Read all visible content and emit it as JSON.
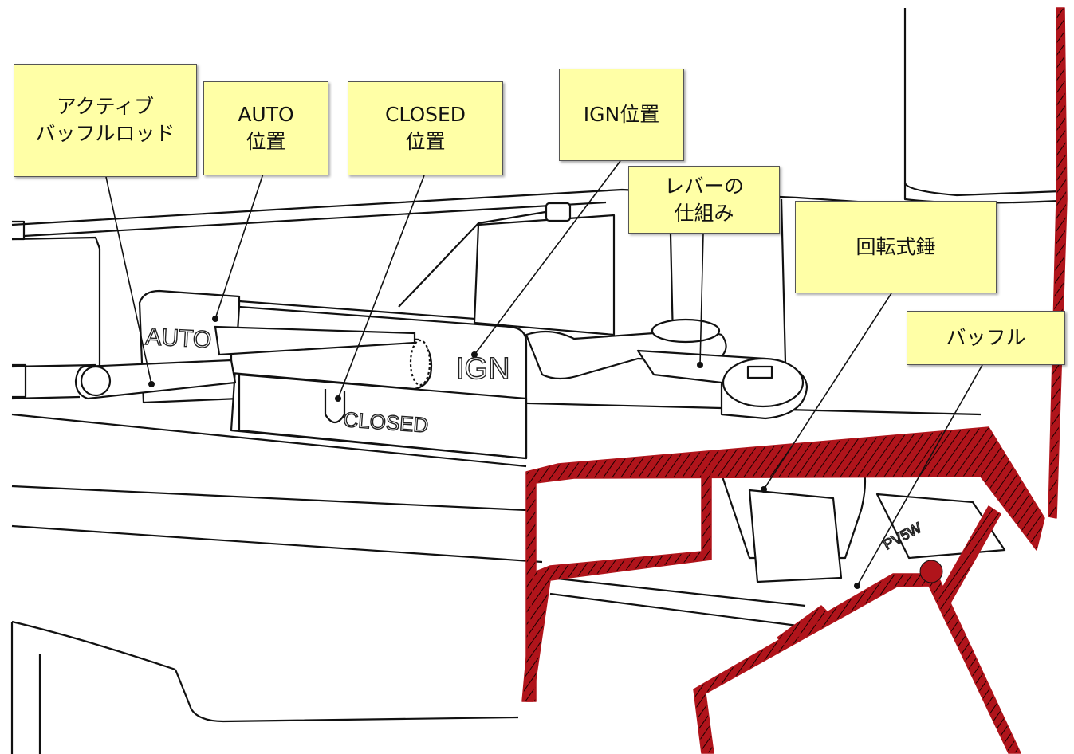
{
  "labels": {
    "active_baffle_rod": [
      "アクティブ",
      "バッフルロッド"
    ],
    "auto_position": [
      "AUTO",
      "位置"
    ],
    "closed_position": [
      "CLOSED",
      "位置"
    ],
    "ign_position": "IGN位置",
    "lever_mechanism": [
      "レバーの",
      "仕組み"
    ],
    "rotary_weight": "回転式錘",
    "baffle": "バッフル"
  },
  "engravings": {
    "auto": "AUTO",
    "closed": "CLOSED",
    "ign": "IGN",
    "part": "PV5W"
  },
  "colors": {
    "label_fill": "#ffffa6",
    "flue_wall": "#b0141b",
    "line": "#111111"
  }
}
